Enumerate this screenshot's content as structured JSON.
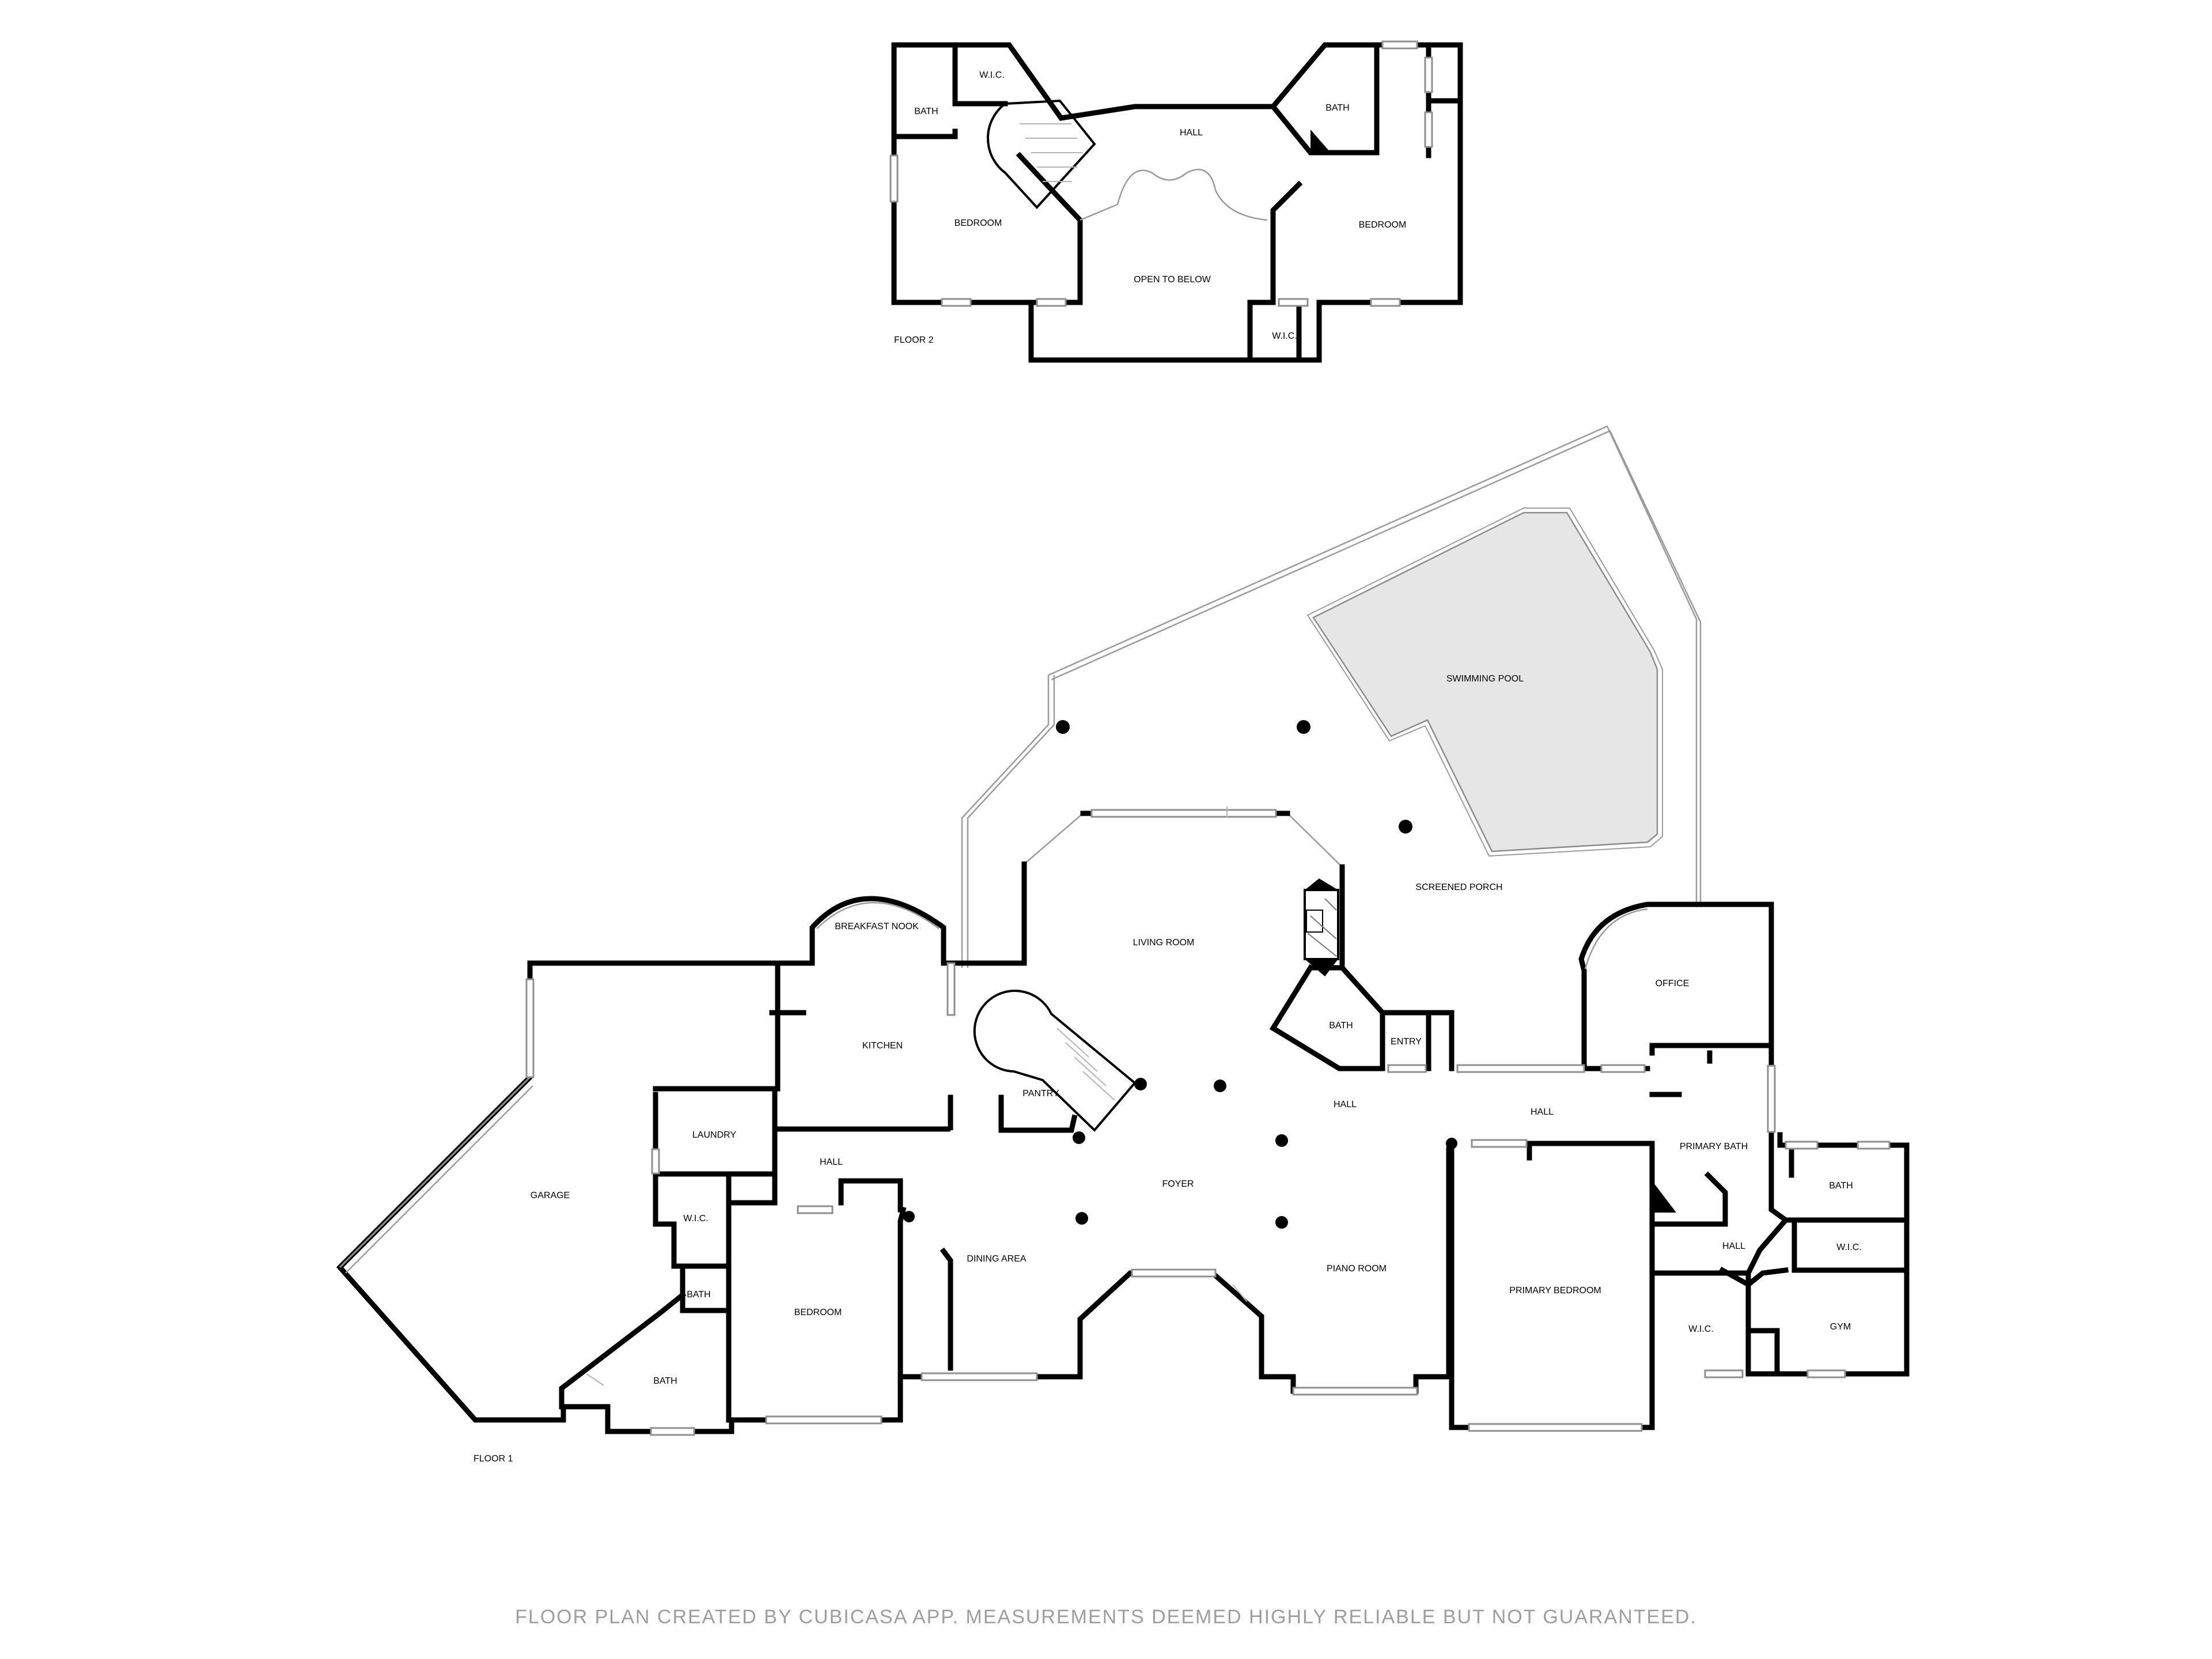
{
  "footer": "FLOOR PLAN CREATED BY CUBICASA APP. MEASUREMENTS DEEMED HIGHLY RELIABLE BUT NOT GUARANTEED.",
  "colors": {
    "wall": "#000000",
    "pool": "#e6e6e6",
    "footer_text": "#9e9e9e",
    "window": "#8f8f8f"
  },
  "floor2": {
    "label": "FLOOR 2",
    "rooms": {
      "bath_left": "BATH",
      "wic_top": "W.I.C.",
      "hall": "HALL",
      "bath_right": "BATH",
      "bedroom_left": "BEDROOM",
      "open_to_below": "OPEN TO BELOW",
      "bedroom_right": "BEDROOM",
      "wic_bottom": "W.I.C."
    }
  },
  "floor1": {
    "label": "FLOOR 1",
    "rooms": {
      "swimming_pool": "SWIMMING POOL",
      "screened_porch": "SCREENED PORCH",
      "breakfast_nook": "BREAKFAST NOOK",
      "living_room": "LIVING ROOM",
      "kitchen": "KITCHEN",
      "bath_entry": "BATH",
      "entry": "ENTRY",
      "office": "OFFICE",
      "pantry": "PANTRY",
      "hall_center": "HALL",
      "hall_right": "HALL",
      "laundry": "LAUNDRY",
      "garage": "GARAGE",
      "primary_bath": "PRIMARY BATH",
      "hall_left": "HALL",
      "foyer": "FOYER",
      "bath_east": "BATH",
      "wic_left": "W.I.C.",
      "wic_east": "W.I.C.",
      "hall_primary": "HALL",
      "dining_area": "DINING AREA",
      "bath_small": "BATH",
      "piano_room": "PIANO ROOM",
      "primary_bedroom": "PRIMARY BEDROOM",
      "bedroom": "BEDROOM",
      "wic_primary": "W.I.C.",
      "gym": "GYM",
      "bath_lower": "BATH"
    }
  }
}
